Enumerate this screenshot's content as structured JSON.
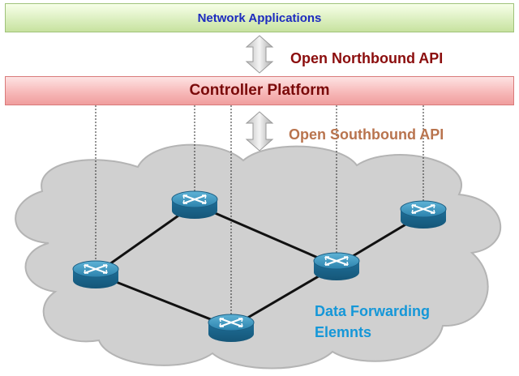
{
  "top_layer": {
    "label": "Network Applications",
    "color": "#1d2bbf"
  },
  "northbound": {
    "label": "Open Northbound API",
    "color": "#8b0d0d"
  },
  "controller": {
    "label": "Controller Platform",
    "color": "#7a0a0a"
  },
  "southbound": {
    "label": "Open Southbound API",
    "color": "#b9744e"
  },
  "data_plane": {
    "label_line1": "Data Forwarding",
    "label_line2": "Elemnts",
    "color": "#1597d8"
  },
  "routers": [
    {
      "id": "r1"
    },
    {
      "id": "r2"
    },
    {
      "id": "r3"
    },
    {
      "id": "r4"
    },
    {
      "id": "r5"
    }
  ],
  "links": [
    [
      "r2",
      "r1"
    ],
    [
      "r2",
      "r4"
    ],
    [
      "r1",
      "r3"
    ],
    [
      "r3",
      "r4"
    ],
    [
      "r4",
      "r5"
    ]
  ]
}
